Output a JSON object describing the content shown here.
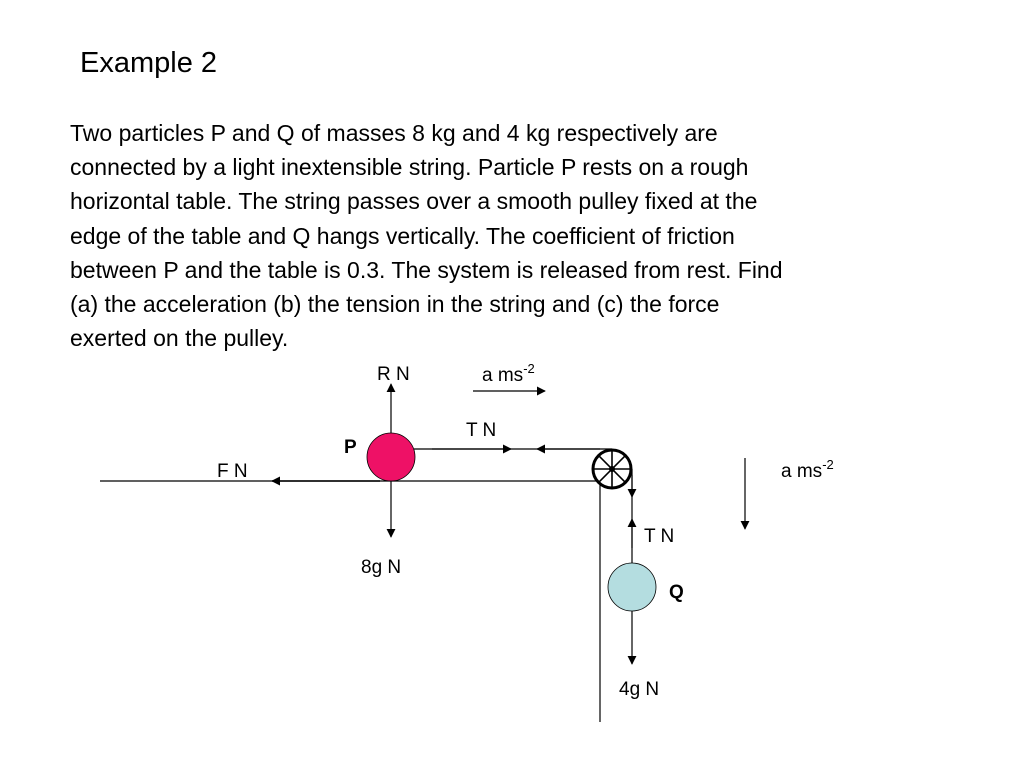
{
  "slide": {
    "title": "Example 2",
    "problem_lines": [
      "Two particles P and Q of masses 8 kg and 4 kg respectively are",
      "connected by a light inextensible string. Particle P rests on a rough",
      "horizontal table. The string passes over a smooth pulley fixed at the",
      "edge of the table and Q hangs vertically. The coefficient of friction",
      "between P and the table is 0.3. The system is released from rest. Find",
      "(a) the acceleration  (b) the tension in the string and (c) the force",
      "exerted on the pulley."
    ]
  },
  "diagram": {
    "particle_p": {
      "label": "P",
      "color": "#ee1166"
    },
    "particle_q": {
      "label": "Q",
      "color": "#b4dde0"
    },
    "labels": {
      "reaction": "R N",
      "accel_horizontal": "a ms",
      "accel_horizontal_exp": "-2",
      "tension_horizontal": "T N",
      "friction": "F N",
      "weight_p": "8g N",
      "tension_vertical": "T N",
      "accel_vertical": "a ms",
      "accel_vertical_exp": "-2",
      "weight_q": "4g N"
    }
  }
}
